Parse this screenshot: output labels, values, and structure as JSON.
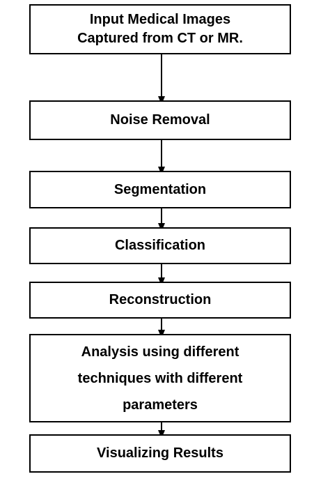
{
  "steps": [
    {
      "id": "input",
      "label": "Input Medical Images\nCaptured from CT or MR."
    },
    {
      "id": "noise",
      "label": "Noise Removal"
    },
    {
      "id": "segmentation",
      "label": "Segmentation"
    },
    {
      "id": "classification",
      "label": "Classification"
    },
    {
      "id": "reconstruction",
      "label": "Reconstruction"
    },
    {
      "id": "analysis",
      "label": "Analysis using different\ntechniques with different\nparameters"
    },
    {
      "id": "visualizing",
      "label": "Visualizing Results"
    }
  ],
  "colors": {
    "stroke": "#000000",
    "background": "#ffffff"
  }
}
